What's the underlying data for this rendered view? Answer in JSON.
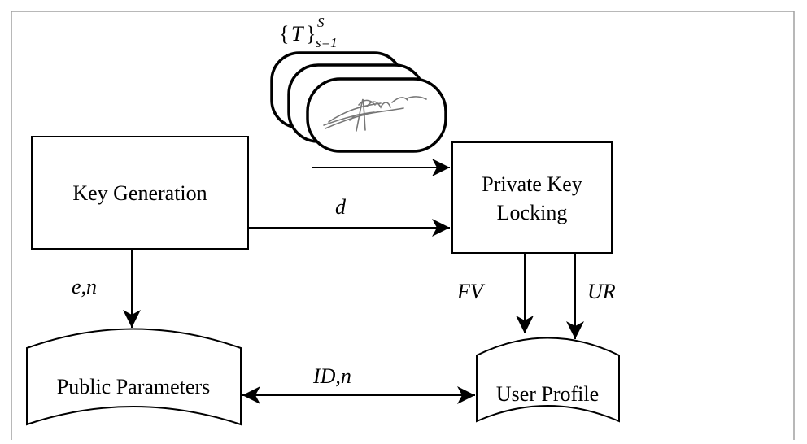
{
  "diagram": {
    "boxes": {
      "key_generation": "Key Generation",
      "private_key_locking_line1": "Private Key",
      "private_key_locking_line2": "Locking"
    },
    "stores": {
      "public_parameters": "Public Parameters",
      "user_profile": "User Profile"
    },
    "templates_label": {
      "open_brace": "{",
      "var": "T",
      "close_brace": "}",
      "superscript": "S",
      "subscript": "s=1"
    },
    "edges": {
      "key_gen_to_locking": "d",
      "key_gen_to_public": "e,n",
      "locking_fv": "FV",
      "locking_ur": "UR",
      "public_user_profile": "ID,n"
    }
  }
}
